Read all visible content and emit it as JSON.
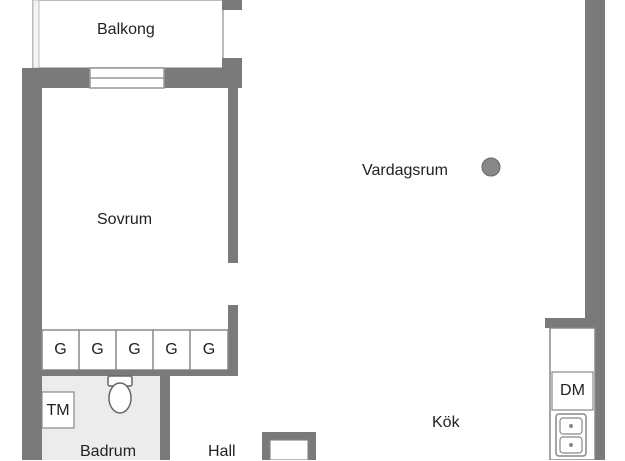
{
  "plan": {
    "rooms": {
      "balkong": "Balkong",
      "sovrum": "Sovrum",
      "vardagsrum": "Vardagsrum",
      "kok": "Kök",
      "hall": "Hall",
      "badrum": "Badrum"
    },
    "wardrobes": [
      "G",
      "G",
      "G",
      "G",
      "G"
    ],
    "appliances": {
      "dishwasher": "DM",
      "washer": "TM"
    },
    "colors": {
      "wall": "#7a7a7a",
      "wall_dark": "#6e6e6e",
      "bath_floor": "#ececec",
      "lamp": "#888888"
    }
  }
}
